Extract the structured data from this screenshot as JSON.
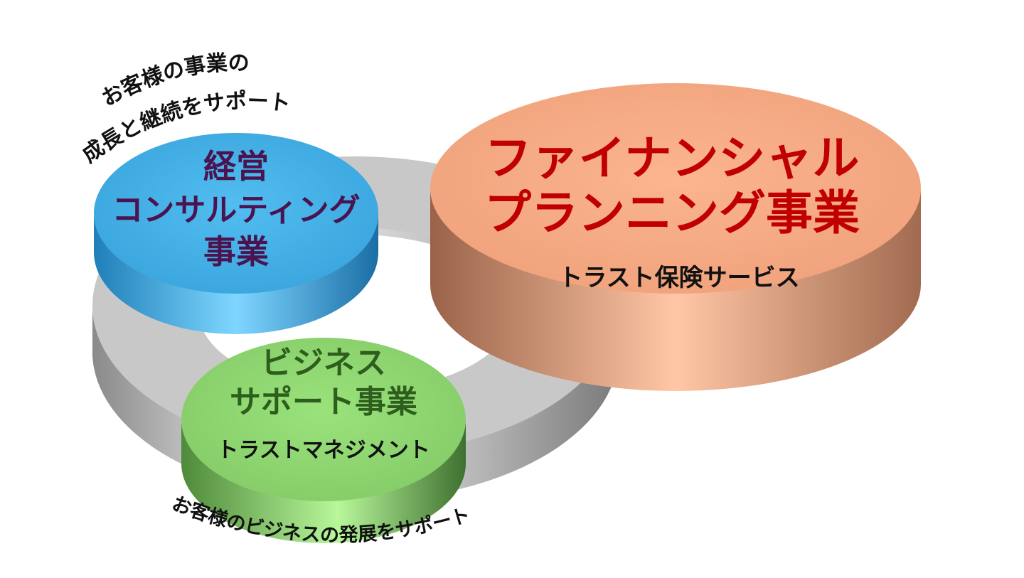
{
  "diagram": {
    "consulting": {
      "title_line1": "経営",
      "title_line2": "コンサルティング",
      "title_line3": "事業",
      "caption_line1": "お客様の事業の",
      "caption_line2": "成長と継続をサポート",
      "color": "#4ab4ea",
      "text_color": "#4a1450"
    },
    "financial": {
      "title_line1": "ファイナンシャル",
      "title_line2": "プランニング事業",
      "subtitle": "トラスト保険サービス",
      "color": "#f9b08c",
      "text_color": "#c00000"
    },
    "business": {
      "title_line1": "ビジネス",
      "title_line2": "サポート事業",
      "subtitle": "トラストマネジメント",
      "caption": "お客様のビジネスの発展をサポート",
      "color": "#96dc78",
      "text_color": "#2e5e1e"
    }
  }
}
